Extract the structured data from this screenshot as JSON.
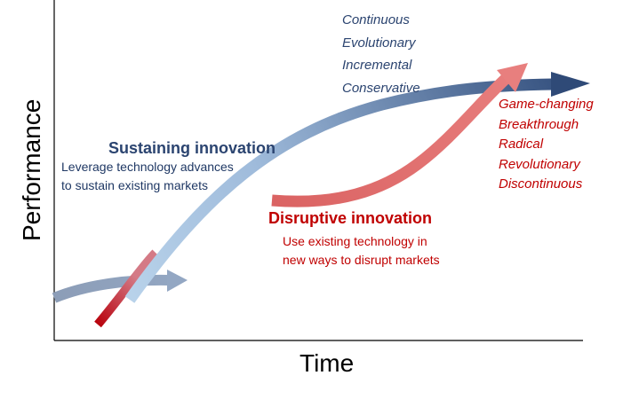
{
  "axes": {
    "x_label": "Time",
    "y_label": "Performance"
  },
  "sustaining": {
    "title": "Sustaining innovation",
    "description_lines": [
      "Leverage technology advances",
      "to sustain existing markets"
    ],
    "attributes": [
      "Continuous",
      "Evolutionary",
      "Incremental",
      "Conservative"
    ],
    "colors": {
      "start": "#b9d3ea",
      "end": "#3a5580"
    }
  },
  "disruptive": {
    "title": "Disruptive innovation",
    "description_lines": [
      "Use existing technology in",
      "new ways to disrupt markets"
    ],
    "attributes": [
      "Game-changing",
      "Breakthrough",
      "Radical",
      "Revolutionary",
      "Discontinuous"
    ],
    "colors": {
      "start": "#c00000",
      "end": "#e8807f"
    }
  },
  "early_arrow_color": "#8a9bb5"
}
